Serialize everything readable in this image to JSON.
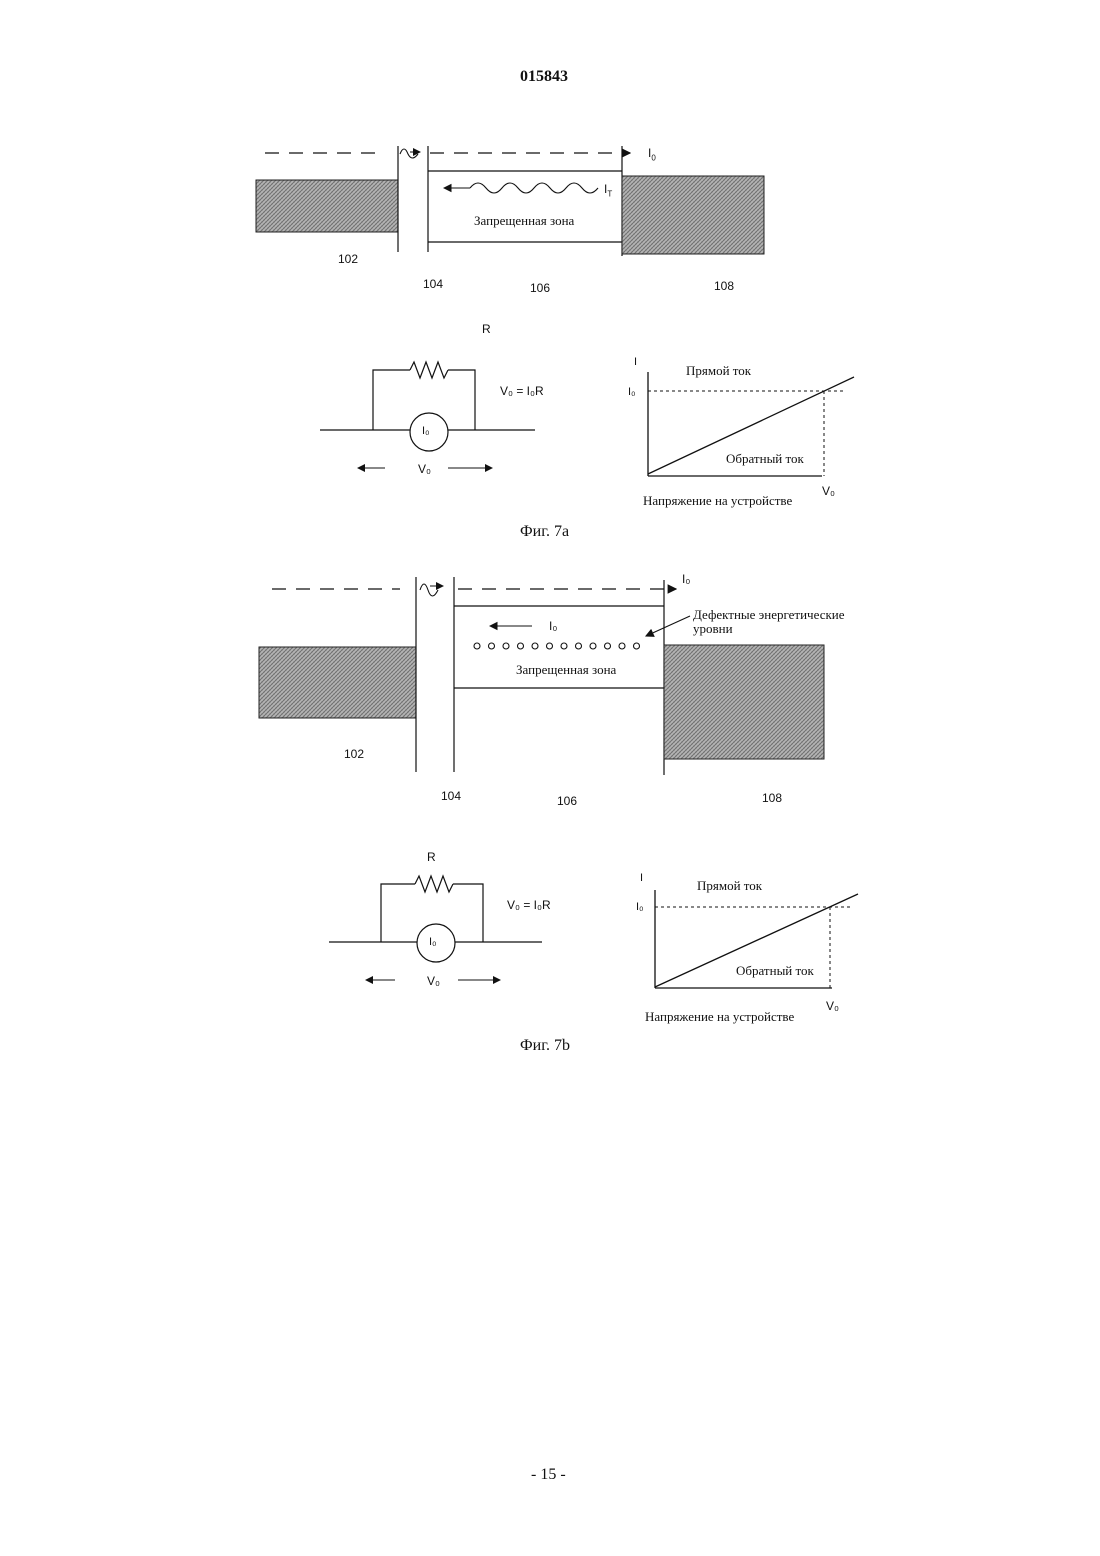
{
  "page": {
    "doc_number": "015843",
    "page_number": "- 15 -"
  },
  "fig7a": {
    "caption": "Фиг. 7a",
    "band": {
      "forbidden_zone": "Запрещенная зона",
      "current_I0": "I",
      "current_I0_sub": "0",
      "current_IT": "I",
      "current_IT_sub": "T",
      "ref_102": "102",
      "ref_104": "104",
      "ref_106": "106",
      "ref_108": "108"
    },
    "circuit": {
      "resistor": "R",
      "equation": "V₀ = I₀R",
      "source": "I₀",
      "voltage": "V₀"
    },
    "graph": {
      "y_axis": "I",
      "y_tick": "I₀",
      "x_tick": "V₀",
      "forward": "Прямой ток",
      "reverse": "Обратный ток",
      "x_label": "Напряжение на устройстве"
    }
  },
  "fig7b": {
    "caption": "Фиг. 7b",
    "band": {
      "forbidden_zone": "Запрещенная зона",
      "defects": "Дефектные энергетические уровни",
      "defects_line1": "Дефектные энергетические",
      "defects_line2": "уровни",
      "current_top": "I₀",
      "current_back": "I₀",
      "ref_102": "102",
      "ref_104": "104",
      "ref_106": "106",
      "ref_108": "108"
    },
    "circuit": {
      "resistor": "R",
      "equation": "V₀ = I₀R",
      "source": "I₀",
      "voltage": "V₀"
    },
    "graph": {
      "y_axis": "I",
      "y_tick": "I₀",
      "x_tick": "V₀",
      "forward": "Прямой ток",
      "reverse": "Обратный ток",
      "x_label": "Напряжение на устройстве"
    }
  },
  "colors": {
    "ink": "#111111",
    "hatch": "#9a9a9a"
  }
}
